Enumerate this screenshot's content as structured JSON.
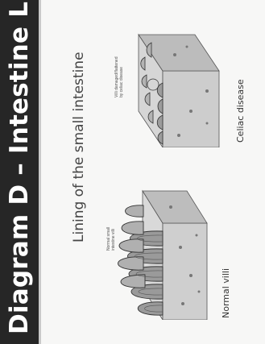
{
  "slide": {
    "title": "Diagram D – Intestine Lining",
    "subtitle": "Lining of the small intestine",
    "normal": {
      "caption": "Normal villi",
      "label": "Normal small\nintestine villi"
    },
    "celiac": {
      "caption": "Celiac disease",
      "label": "Villi damaged/flattened\nby celiac disease"
    }
  },
  "colors": {
    "title_bar": "#262626",
    "title_text": "#ffffff",
    "background": "#f7f7f6"
  }
}
